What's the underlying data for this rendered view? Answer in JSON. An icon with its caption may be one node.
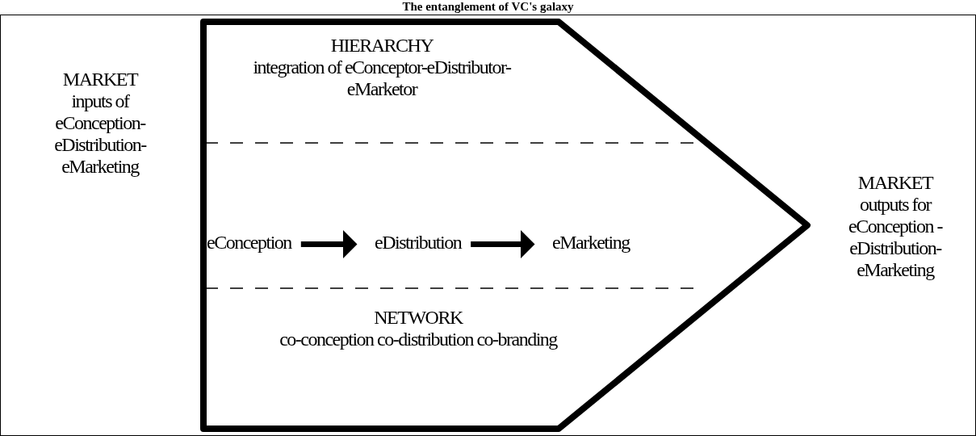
{
  "diagram": {
    "title": "The entanglement of VC's galaxy",
    "nodes": [
      {
        "text": [
          "MARKET inputs of eConception-eDistribution-eMarketing"
        ]
      },
      {
        "text": [],
        "shape": "pentagon"
      },
      {
        "text": [
          "HIERARCHY",
          "integration of eConceptor-eDistributor-eMarketor"
        ],
        "in": 1
      },
      {
        "text": [
          "eConception"
        ],
        "in": 1
      },
      {
        "text": [
          "eDistribution"
        ],
        "in": 1
      },
      {
        "text": [
          "eMarketing"
        ],
        "in": 1
      },
      {
        "text": [
          "NETWORK",
          "co-conception co-distribution co-branding"
        ],
        "in": 1
      },
      {
        "text": [
          "MARKET outputs for eConception - eDistribution-eMarketing"
        ]
      }
    ],
    "edges": [
      {
        "from": 3,
        "to": 4,
        "arrow": "to"
      },
      {
        "from": 4,
        "to": 5,
        "arrow": "to"
      }
    ]
  }
}
